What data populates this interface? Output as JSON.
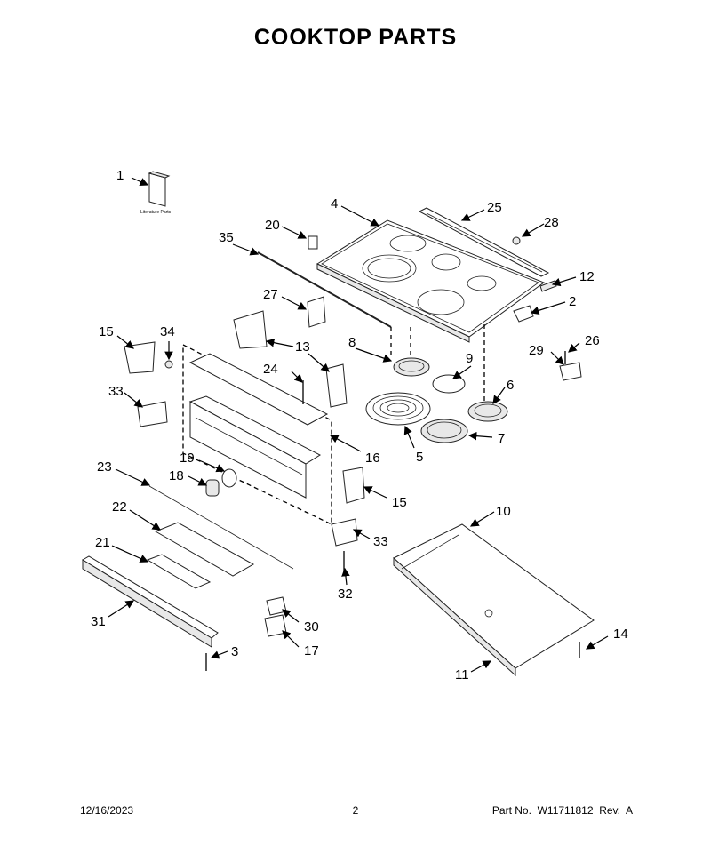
{
  "page": {
    "title": "COOKTOP PARTS",
    "date": "12/16/2023",
    "page_number": "2",
    "part_info": "Part No.  W11711812  Rev.  A",
    "literature_label": "Literature Parts"
  },
  "callouts": [
    "1",
    "2",
    "3",
    "4",
    "5",
    "6",
    "7",
    "8",
    "9",
    "10",
    "11",
    "12",
    "13",
    "14",
    "15",
    "15",
    "16",
    "17",
    "18",
    "19",
    "20",
    "21",
    "22",
    "23",
    "24",
    "25",
    "26",
    "27",
    "28",
    "29",
    "30",
    "31",
    "32",
    "33",
    "33",
    "34",
    "35"
  ]
}
